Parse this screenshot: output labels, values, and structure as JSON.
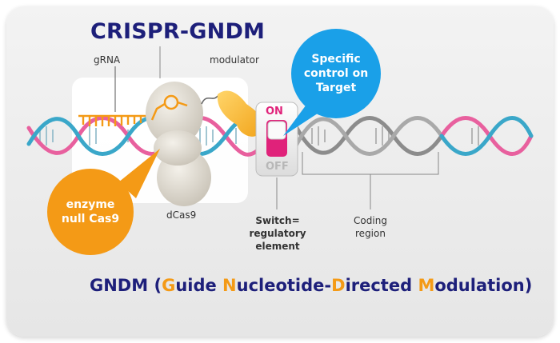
{
  "title": "CRISPR-GNDM",
  "labels": {
    "grna": "gRNA",
    "modulator": "modulator",
    "dcas9": "dCas9",
    "switch": [
      "Switch=",
      "regulatory",
      "element"
    ],
    "coding": [
      "Coding",
      "region"
    ]
  },
  "switch_states": {
    "on": "ON",
    "off": "OFF"
  },
  "callouts": {
    "target": [
      "Specific",
      "control on",
      "Target"
    ],
    "enzyme": [
      "enzyme",
      "null Cas9"
    ]
  },
  "bottom_title": {
    "parts": [
      {
        "text": "GNDM (",
        "highlight": false
      },
      {
        "text": "G",
        "highlight": true
      },
      {
        "text": "uide ",
        "highlight": false
      },
      {
        "text": "N",
        "highlight": true
      },
      {
        "text": "ucleotide-",
        "highlight": false
      },
      {
        "text": "D",
        "highlight": true
      },
      {
        "text": "irected ",
        "highlight": false
      },
      {
        "text": "M",
        "highlight": true
      },
      {
        "text": "odulation)",
        "highlight": false
      }
    ]
  },
  "colors": {
    "navy": "#1d1f7a",
    "orange": "#f49a16",
    "blue_bubble": "#1aa0e8",
    "dna_pink": "#e8609e",
    "dna_teal": "#3aa7c9",
    "dna_gray": "#8c8c8c",
    "switch_magenta": "#e0227a"
  }
}
